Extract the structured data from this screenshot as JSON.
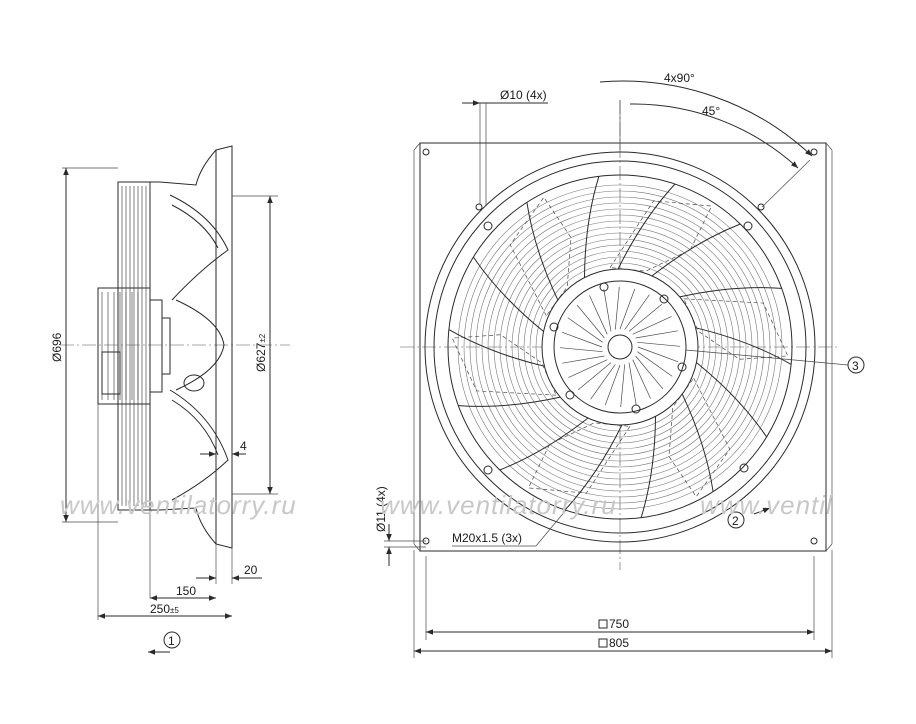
{
  "side_view": {
    "dia_overall": "Ø696",
    "dia_inner": "Ø627",
    "dia_inner_tol": "±2",
    "dim_4": "4",
    "dim_20": "20",
    "dim_150": "150",
    "dim_250": "250",
    "dim_250_tol": "±5",
    "marker_1": "1"
  },
  "front_view": {
    "angle_4x90": "4x90°",
    "angle_45": "45°",
    "hole_10": "Ø10 (4x)",
    "hole_11": "Ø11 (4x)",
    "thread": "M20x1.5 (3x)",
    "sq_750": "750",
    "sq_805": "805",
    "marker_2": "2",
    "marker_3": "3"
  },
  "watermark": {
    "text_1": "www.ventilatorry.ru",
    "text_2": "www.ventilatorry.ru",
    "text_3": "www.ventil"
  },
  "colors": {
    "line": "#2a2a2a",
    "watermark": "#c8c8c8",
    "background": "#ffffff"
  }
}
